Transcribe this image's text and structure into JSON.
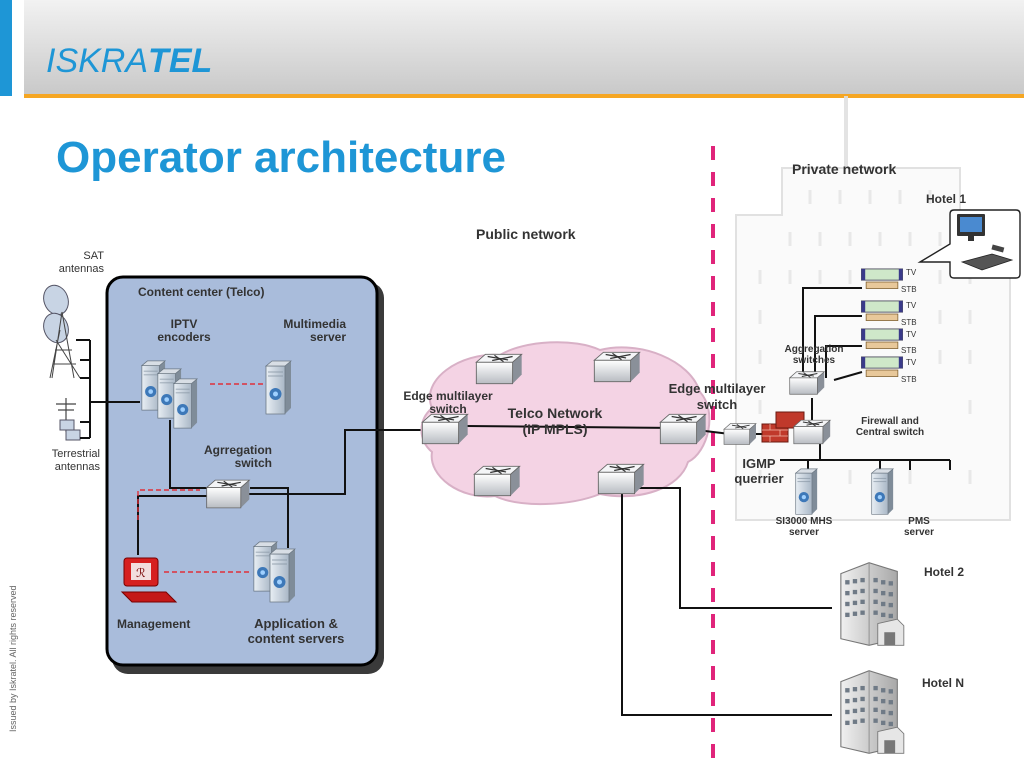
{
  "brand": {
    "logo_text_1": "ISKRA",
    "logo_text_2": "TEL"
  },
  "title": "Operator architecture",
  "copyright": "Issued by Iskratel. All rights reserved",
  "labels": {
    "private_network": "Private network",
    "hotel_1": "Hotel 1",
    "hotel_2": "Hotel 2",
    "hotel_n": "Hotel N",
    "public_network": "Public network",
    "sat_antennas": "SAT\nantennas",
    "terrestrial_antennas": "Terrestrial\nantennas",
    "content_center": "Content center  (Telco)",
    "iptv_encoders": "IPTV\nencoders",
    "multimedia_server": "Multimedia\nserver",
    "aggregation_switch_cc": "Agrregation\nswitch",
    "management": "Management",
    "app_content_servers": "Application  &\ncontent servers",
    "edge_switch_left": "Edge multilayer\nswitch",
    "telco_network": "Telco Network\n(IP MPLS)",
    "edge_switch_right": "Edge multilayer\nswitch",
    "igmp_querrier": "IGMP\nquerrier",
    "aggregation_switches_hotel": "Aggregation\nswitches",
    "firewall_central_switch": "Firewall and\nCentral switch",
    "si3000_mhs_server": "SI3000 MHS\nserver",
    "pms_server": "PMS\nserver",
    "tv": "TV",
    "stb": "STB"
  },
  "colors": {
    "title_blue": "#1E96D6",
    "accent_orange": "#F5A623",
    "divider_magenta": "#E0247A",
    "content_center_fill": "#A9BCDB",
    "telco_cloud_fill": "#F4D3E4",
    "server_blue": "#3D78B8"
  }
}
